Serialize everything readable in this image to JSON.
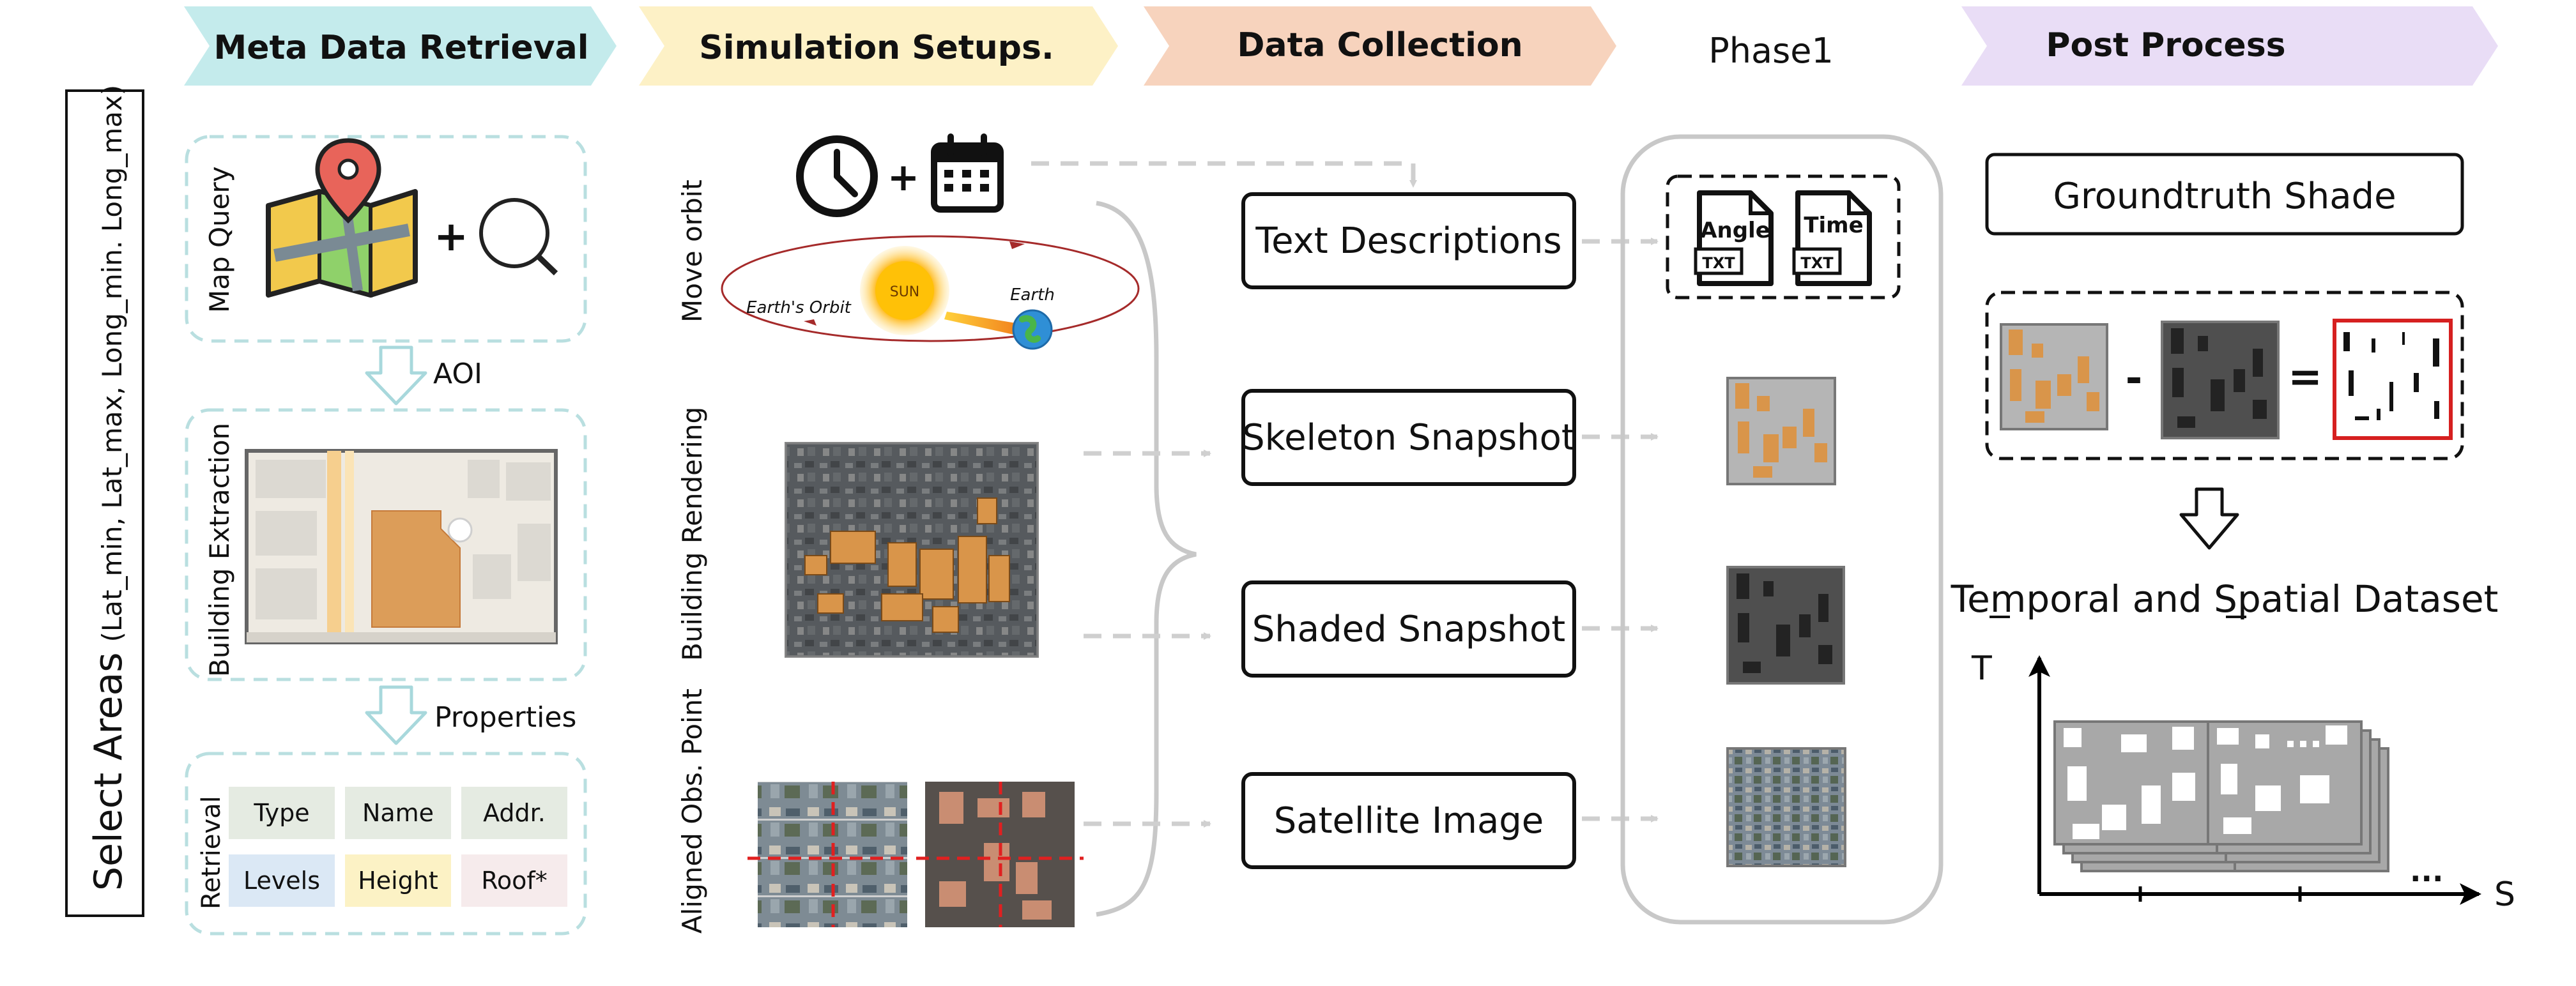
{
  "stages": {
    "meta": "Meta Data Retrieval",
    "sim": "Simulation Setups.",
    "collect": "Data Collection",
    "phase": "Phase1",
    "post": "Post Process"
  },
  "select_areas": {
    "main": "Select Areas",
    "coords": "(Lat_min, Lat_max, Long_min. Long_max)"
  },
  "meta_panel": {
    "map_query": "Map Query",
    "aoi": "AOI",
    "building_extraction": "Building Extraction",
    "properties": "Properties",
    "retrieval": "Retrieval",
    "props": [
      "Type",
      "Name",
      "Addr.",
      "Levels",
      "Height",
      "Roof*"
    ],
    "plus": "+"
  },
  "sim_panel": {
    "move_orbit": "Move orbit",
    "building_rendering": "Building Rendering",
    "aligned_obs": "Aligned Obs. Point",
    "sun": "SUN",
    "earth": "Earth",
    "earth_orbit": "Earth's Orbit",
    "plus": "+"
  },
  "collect_boxes": [
    "Text Descriptions",
    "Skeleton Snapshot",
    "Shaded Snapshot",
    "Satellite Image"
  ],
  "phase_files": [
    "Angle",
    "Time"
  ],
  "file_tag": "TXT",
  "post_panel": {
    "groundtruth": "Groundtruth Shade",
    "minus": "-",
    "equals": "=",
    "dataset": "Temporal and Spatial Dataset",
    "axis_t": "T",
    "axis_s": "S",
    "ellipsis": "..."
  },
  "colors": {
    "meta": "#c4ebec",
    "sim": "#fdf1c6",
    "collect": "#f7d3bd",
    "post": "#e9ddf6",
    "dash": "#b9dfe0",
    "building": "#d9954a",
    "red": "#d62020"
  }
}
